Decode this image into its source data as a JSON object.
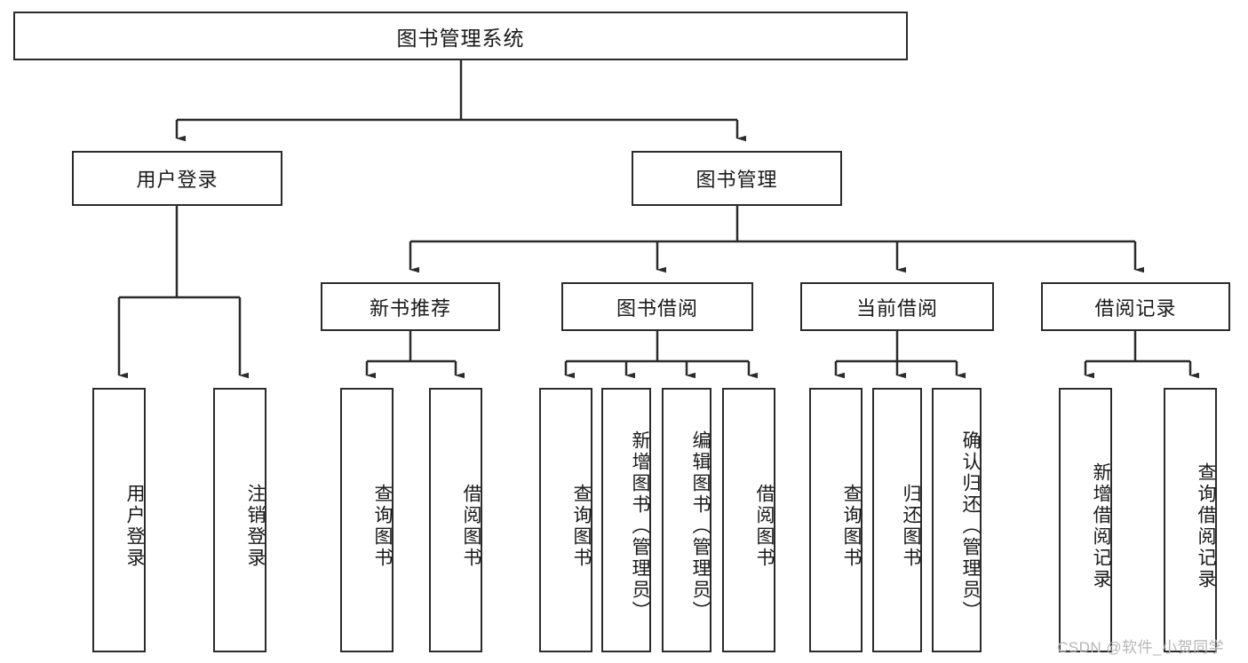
{
  "diagram": {
    "title": "图书管理系统",
    "type": "hierarchy-tree",
    "root": {
      "label": "图书管理系统"
    },
    "level2": [
      {
        "label": "用户登录"
      },
      {
        "label": "图书管理"
      }
    ],
    "level3": [
      {
        "label": "新书推荐"
      },
      {
        "label": "图书借阅"
      },
      {
        "label": "当前借阅"
      },
      {
        "label": "借阅记录"
      }
    ],
    "leaves": [
      {
        "label": "用户登录",
        "parent": "用户登录"
      },
      {
        "label": "注销登录",
        "parent": "用户登录"
      },
      {
        "label": "查询图书",
        "parent": "新书推荐"
      },
      {
        "label": "借阅图书",
        "parent": "新书推荐"
      },
      {
        "label": "查询图书",
        "parent": "图书借阅"
      },
      {
        "label": "新增图书（管理员）",
        "parent": "图书借阅"
      },
      {
        "label": "编辑图书（管理员）",
        "parent": "图书借阅"
      },
      {
        "label": "借阅图书",
        "parent": "图书借阅"
      },
      {
        "label": "查询图书",
        "parent": "当前借阅"
      },
      {
        "label": "归还图书",
        "parent": "当前借阅"
      },
      {
        "label": "确认归还（管理员）",
        "parent": "当前借阅"
      },
      {
        "label": "新增借阅记录",
        "parent": "借阅记录"
      },
      {
        "label": "查询借阅记录",
        "parent": "借阅记录"
      }
    ],
    "watermark": "CSDN @软件_小贺同学",
    "colors": {
      "stroke": "#2b2b2b",
      "background": "#ffffff",
      "text": "#1a1a1a",
      "watermark": "#b6b6b6"
    }
  }
}
